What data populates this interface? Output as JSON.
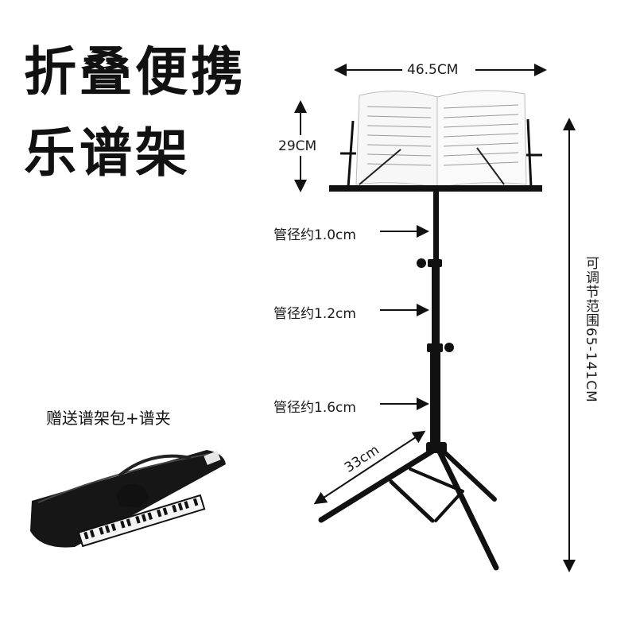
{
  "title": {
    "line1": "折叠便携",
    "line2": "乐谱架"
  },
  "dimensions": {
    "width": "46.5CM",
    "height": "29CM",
    "adjustable_range": "可调节范围65-141CM",
    "leg_span": "33cm"
  },
  "pipes": [
    {
      "label": "管径约1.0cm"
    },
    {
      "label": "管径约1.2cm"
    },
    {
      "label": "管径约1.6cm"
    }
  ],
  "gift": {
    "label": "赠送谱架包+谱夹"
  },
  "colors": {
    "stand": "#111111",
    "text": "#111111",
    "background": "#ffffff"
  }
}
